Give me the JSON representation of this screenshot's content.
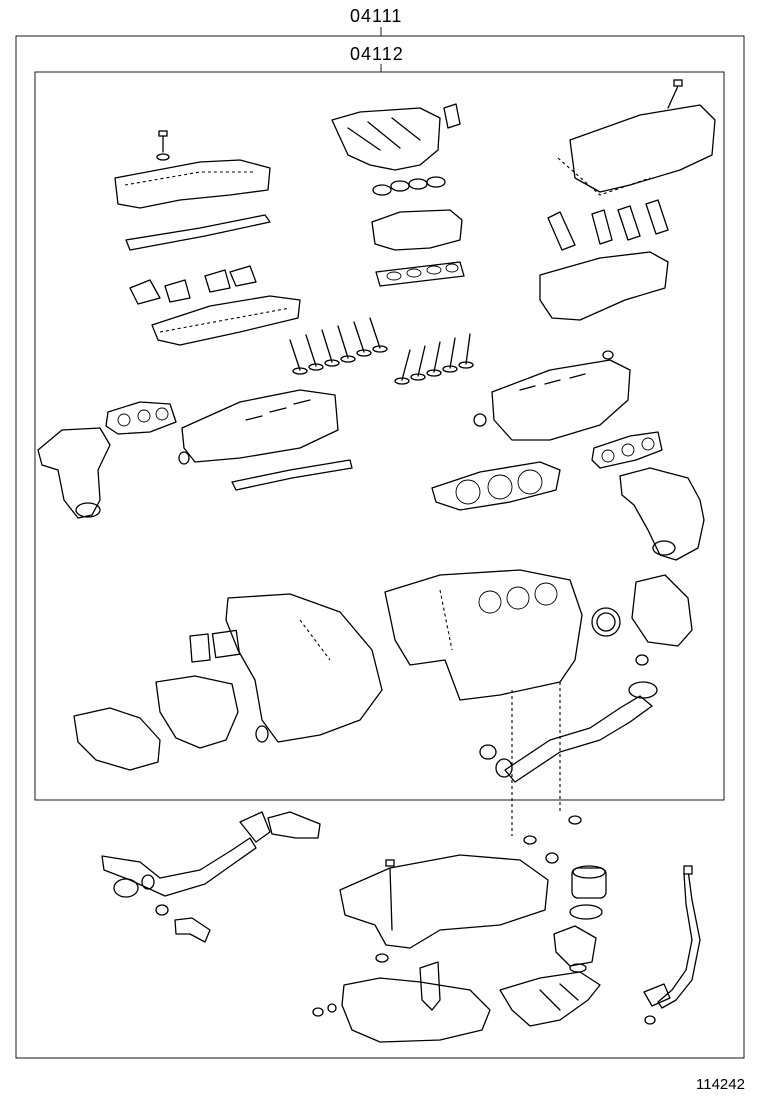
{
  "diagram": {
    "outer_kit_code": "04111",
    "inner_kit_code": "04112",
    "figure_number": "114242"
  },
  "colors": {
    "line": "#000000",
    "background": "#ffffff"
  }
}
